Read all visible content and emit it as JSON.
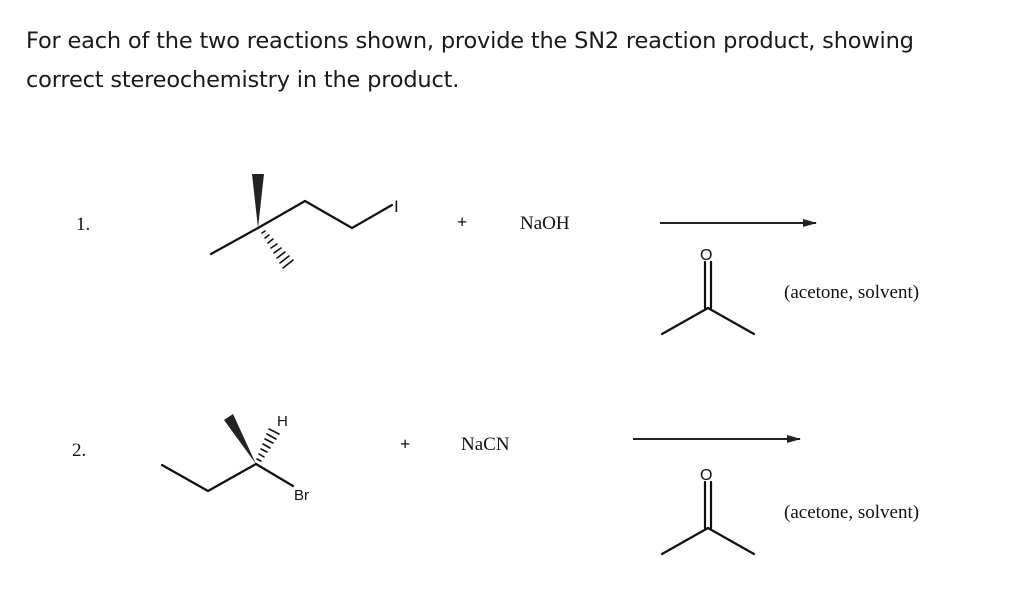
{
  "question": {
    "line1": "For each of the two reactions shown, provide the SN2 reaction product, showing",
    "line2": "correct stereochemistry in the product."
  },
  "reactions": [
    {
      "number": "1.",
      "substrate": {
        "name": "3,3-dimethyl-1-iodobutane skeletal structure",
        "leaving_group": "I",
        "stereo": [
          "wedge-methyl",
          "hash-methyl"
        ]
      },
      "plus": "+",
      "reagent": "NaOH",
      "solvent_label": "(acetone, solvent)",
      "solvent_structure": {
        "atom": "O",
        "name": "acetone"
      }
    },
    {
      "number": "2.",
      "substrate": {
        "name": "2-bromobutane skeletal structure",
        "leaving_group": "Br",
        "hydrogen": "H",
        "stereo": [
          "wedge-methyl",
          "hash-H"
        ]
      },
      "plus": "+",
      "reagent": "NaCN",
      "solvent_label": "(acetone, solvent)",
      "solvent_structure": {
        "atom": "O",
        "name": "acetone"
      }
    }
  ]
}
